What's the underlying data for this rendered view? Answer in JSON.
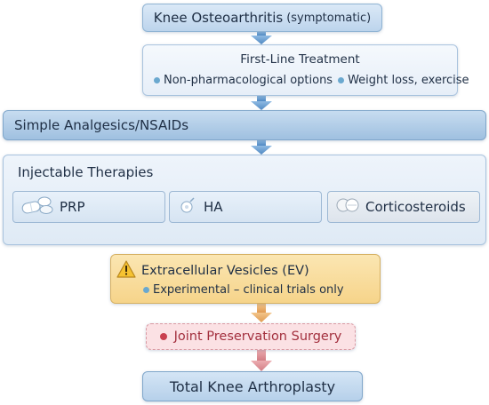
{
  "top_box": {
    "label": "Knee Osteoarthritis",
    "sublabel": "(symptomatic)"
  },
  "first_line": {
    "title": "First-Line Treatment",
    "items": [
      "Non-pharmacological options",
      "Weight loss, exercise"
    ]
  },
  "analgesics": {
    "label": "Simple Analgesics/NSAIDs"
  },
  "injectables": {
    "title": "Injectable Therapies",
    "options": [
      {
        "label": "PRP",
        "icon": "pills-icon"
      },
      {
        "label": "HA",
        "icon": "syringe-drop-icon"
      },
      {
        "label": "Corticosteroids",
        "icon": "tablets-icon"
      }
    ]
  },
  "ev": {
    "title": "Extracellular Vesicles (EV)",
    "item": "Experimental – clinical trials only",
    "icon": "warning-icon"
  },
  "surgery": {
    "label": "Joint Preservation Surgery"
  },
  "final": {
    "label": "Total Knee Arthroplasty"
  },
  "colors": {
    "blue_box": "#bcd4ec",
    "blue_arrow": "#5b93c9",
    "ev_fill": "#f6d48a",
    "ev_arrow": "#e3a35a",
    "surgery_fill": "#fbe1e4",
    "surgery_text": "#a3303e",
    "red_arrow": "#d98a8f"
  }
}
